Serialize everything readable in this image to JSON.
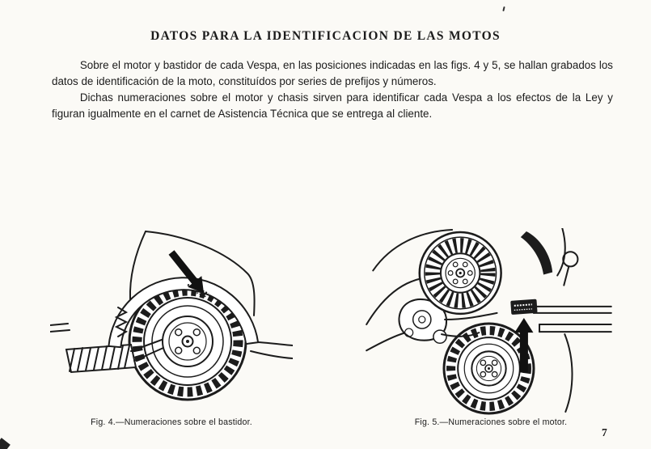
{
  "document": {
    "title": "DATOS PARA LA IDENTIFICACION DE LAS MOTOS",
    "paragraphs": [
      "Sobre el motor y bastidor de cada Vespa, en las posiciones indicadas en las figs. 4 y 5, se hallan grabados los datos de identificación de la moto, constituídos por series de prefijos y números.",
      "Dichas numeraciones sobre el motor y chasis sirven para identificar cada Vespa a los efectos de la Ley y figuran igualmente en el carnet de Asistencia Técnica que se entrega al cliente."
    ],
    "figures": [
      {
        "caption": "Fig. 4.—Numeraciones sobre el bastidor."
      },
      {
        "caption": "Fig. 5.—Numeraciones sobre el motor."
      }
    ],
    "page_number": "7"
  }
}
